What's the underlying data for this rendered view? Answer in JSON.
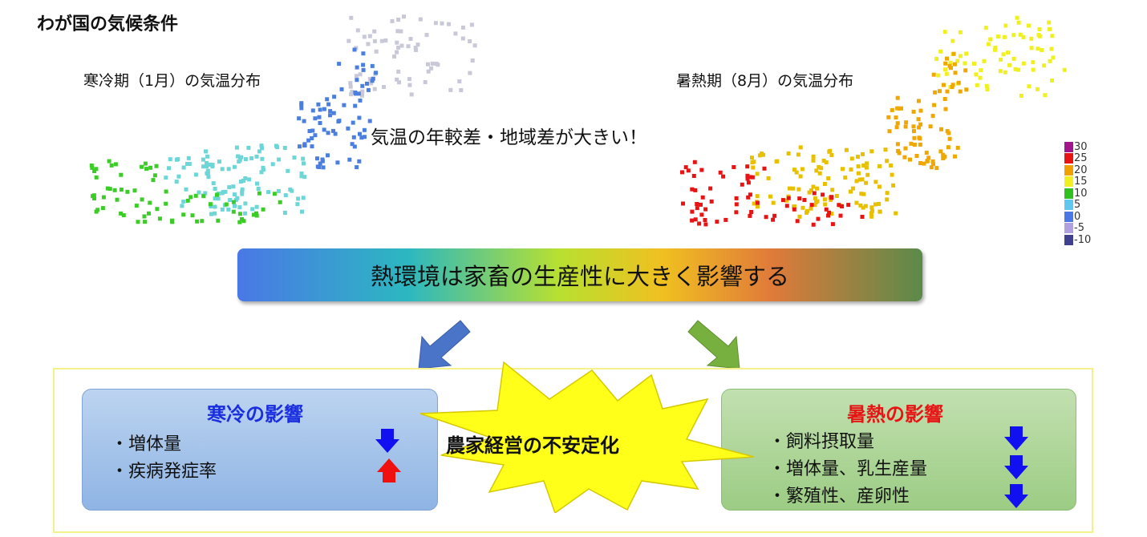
{
  "title": "わが国の気候条件",
  "winter_map": {
    "label": "寒冷期（1月）の気温分布",
    "colors": {
      "north": "#c8c8d8",
      "northeast": "#4a7fe0",
      "central": "#6ed6d6",
      "south": "#3ccc28"
    }
  },
  "summer_map": {
    "label": "暑熱期（8月）の気温分布",
    "colors": {
      "north": "#f0f020",
      "northeast": "#f0a800",
      "central": "#e8c000",
      "south": "#e81414"
    }
  },
  "main_message": "気温の年較差・地域差が大きい！",
  "legend": {
    "items": [
      {
        "label": "30",
        "color": "#a0148c"
      },
      {
        "label": "25",
        "color": "#e81414"
      },
      {
        "label": "20",
        "color": "#f0a000"
      },
      {
        "label": "15",
        "color": "#f0f020"
      },
      {
        "label": "10",
        "color": "#30c020"
      },
      {
        "label": "5",
        "color": "#60c8f0"
      },
      {
        "label": "0",
        "color": "#4a78e6"
      },
      {
        "label": "-5",
        "color": "#b0a0e0"
      },
      {
        "label": "-10",
        "color": "#404090"
      }
    ]
  },
  "banner": {
    "text": "熱環境は家畜の生産性に大きく影響する"
  },
  "cold_impact": {
    "title": "寒冷の影響",
    "title_color": "#1a2ee0",
    "items": [
      {
        "text": "・増体量",
        "direction": "down"
      },
      {
        "text": "・疾病発症率",
        "direction": "up"
      }
    ]
  },
  "heat_impact": {
    "title": "暑熱の影響",
    "title_color": "#e81414",
    "items": [
      {
        "text": "・飼料摂取量",
        "direction": "down"
      },
      {
        "text": "・増体量、乳生産量",
        "direction": "down"
      },
      {
        "text": "・繁殖性、産卵性",
        "direction": "down"
      }
    ]
  },
  "center_burst": {
    "text": "農家経営の不安定化"
  },
  "arrow_colors": {
    "down": "#1010f0",
    "up": "#f01010",
    "left_big": "#4a74c8",
    "right_big": "#78b040"
  }
}
